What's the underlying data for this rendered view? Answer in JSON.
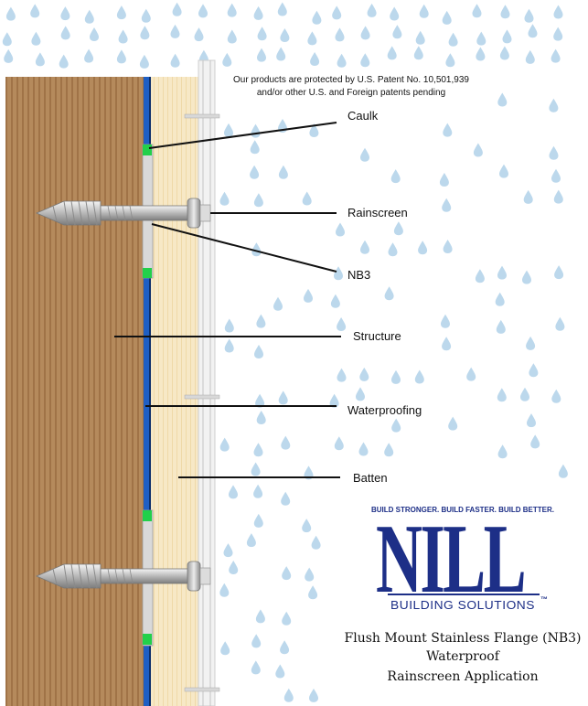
{
  "patent": {
    "line1": "Our products are protected by U.S. Patent No. 10,501,939",
    "line2": "and/or other U.S. and Foreign patents pending"
  },
  "labels": {
    "caulk": "Caulk",
    "rainscreen": "Rainscreen",
    "nb3": "NB3",
    "structure": "Structure",
    "waterproofing": "Waterproofing",
    "batten": "Batten"
  },
  "logo": {
    "tagline": "BUILD STRONGER. BUILD FASTER. BUILD BETTER.",
    "word": "NILL",
    "subtitle": "BUILDING SOLUTIONS",
    "trademark": "™"
  },
  "footer": {
    "line1": "Flush Mount Stainless Flange (NB3)",
    "line2": "Waterproof",
    "line3": "Rainscreen Application"
  },
  "colors": {
    "wood": "#b58a5c",
    "wood_stripe": "#a57a4e",
    "waterproofing": "#1f5fc4",
    "batten": "#f6e6c2",
    "caulk": "#22d04a",
    "rain": "#b9d6ea",
    "logo_blue": "#1d2f87"
  }
}
